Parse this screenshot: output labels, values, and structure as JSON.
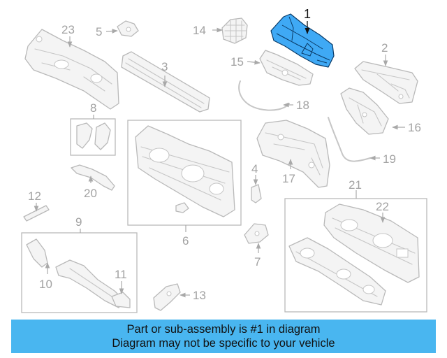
{
  "callouts": {
    "c1": "1",
    "c2": "2",
    "c3": "3",
    "c4": "4",
    "c5": "5",
    "c6": "6",
    "c7": "7",
    "c8": "8",
    "c9": "9",
    "c10": "10",
    "c11": "11",
    "c12": "12",
    "c13": "13",
    "c14": "14",
    "c15": "15",
    "c16": "16",
    "c17": "17",
    "c18": "18",
    "c19": "19",
    "c20": "20",
    "c21": "21",
    "c22": "22",
    "c23": "23"
  },
  "highlight": {
    "part": "1",
    "color": "#3fa9f5"
  },
  "banner": {
    "line1": "Part or sub-assembly is #1 in diagram",
    "line2": "Diagram may not be specific to your vehicle",
    "color": "#49b6f0"
  }
}
